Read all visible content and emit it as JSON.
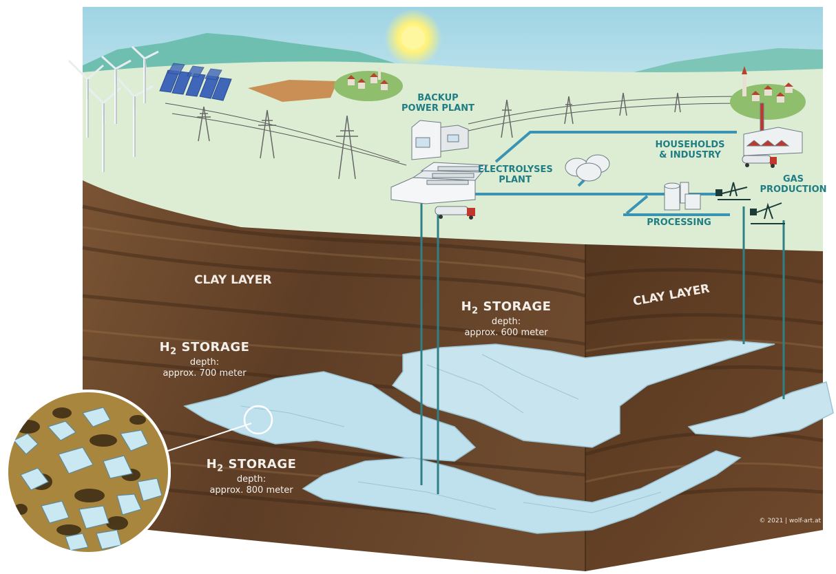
{
  "labels": {
    "backup_power_plant": [
      "BACKUP",
      "POWER PLANT"
    ],
    "electrolyses_plant": [
      "ELECTROLYSES",
      "PLANT"
    ],
    "households_industry": [
      "HOUSEHOLDS",
      "& INDUSTRY"
    ],
    "gas_production": [
      "GAS",
      "PRODUCTION"
    ],
    "processing": "PROCESSING",
    "clay_layer_left": "CLAY LAYER",
    "clay_layer_right": "CLAY LAYER"
  },
  "storage": [
    {
      "prefix": "H",
      "subscript": "2",
      "title": "STORAGE",
      "depth_label": "depth:",
      "depth": "approx. 600 meter"
    },
    {
      "prefix": "H",
      "subscript": "2",
      "title": "STORAGE",
      "depth_label": "depth:",
      "depth": "approx. 700 meter"
    },
    {
      "prefix": "H",
      "subscript": "2",
      "title": "STORAGE",
      "depth_label": "depth:",
      "depth": "approx. 800 meter"
    }
  ],
  "copyright": "© 2021 | wolf-art.at",
  "colors": {
    "sky": "#a9d9e6",
    "hills": "#6fbfb0",
    "ground": "#dcedd4",
    "soil": "#6e4a2f",
    "soil_dark": "#4a301d",
    "storage": "#bfe1ee",
    "pipe": "#3b93b3",
    "label_teal": "#1f7d83"
  }
}
